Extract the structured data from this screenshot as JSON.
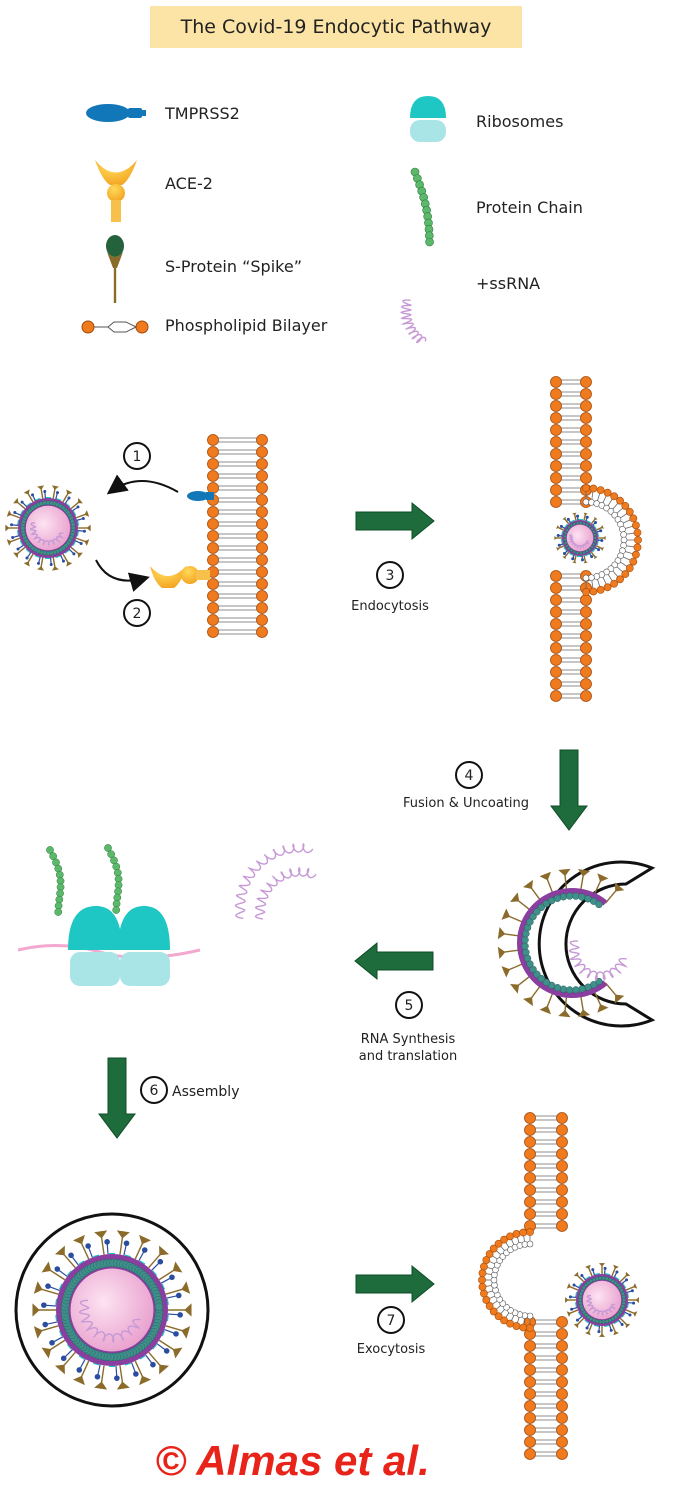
{
  "title": "The Covid-19 Endocytic Pathway",
  "legend": {
    "tmprss2": "TMPRSS2",
    "ace2": "ACE-2",
    "spike": "S-Protein “Spike”",
    "bilayer": "Phospholipid Bilayer",
    "ribosomes": "Ribosomes",
    "protein_chain": "Protein Chain",
    "ssrna": "+ssRNA"
  },
  "steps": {
    "s1": "1",
    "s2": "2",
    "s3": "3",
    "s3_label": "Endocytosis",
    "s4": "4",
    "s4_label": "Fusion & Uncoating",
    "s5": "5",
    "s5_label_line1": "RNA Synthesis",
    "s5_label_line2": "and translation",
    "s6": "6",
    "s6_label": "Assembly",
    "s7": "7",
    "s7_label": "Exocytosis"
  },
  "credit": "© Almas et al.",
  "colors": {
    "title_bg": "#fbe4a6",
    "lipid_head": "#f07a1e",
    "arrow_green": "#1e6b3c",
    "virus_core": "#f1b6d9",
    "virus_ring": "#8a3fa0",
    "rna": "#c79ad6",
    "ribosome_top": "#1fc7c4",
    "ribosome_bottom": "#a9e4e7",
    "protein_bead": "#5cb86a",
    "tmprss2": "#1277b8",
    "ace2": "#f5b52a",
    "credit": "#e8231a"
  }
}
